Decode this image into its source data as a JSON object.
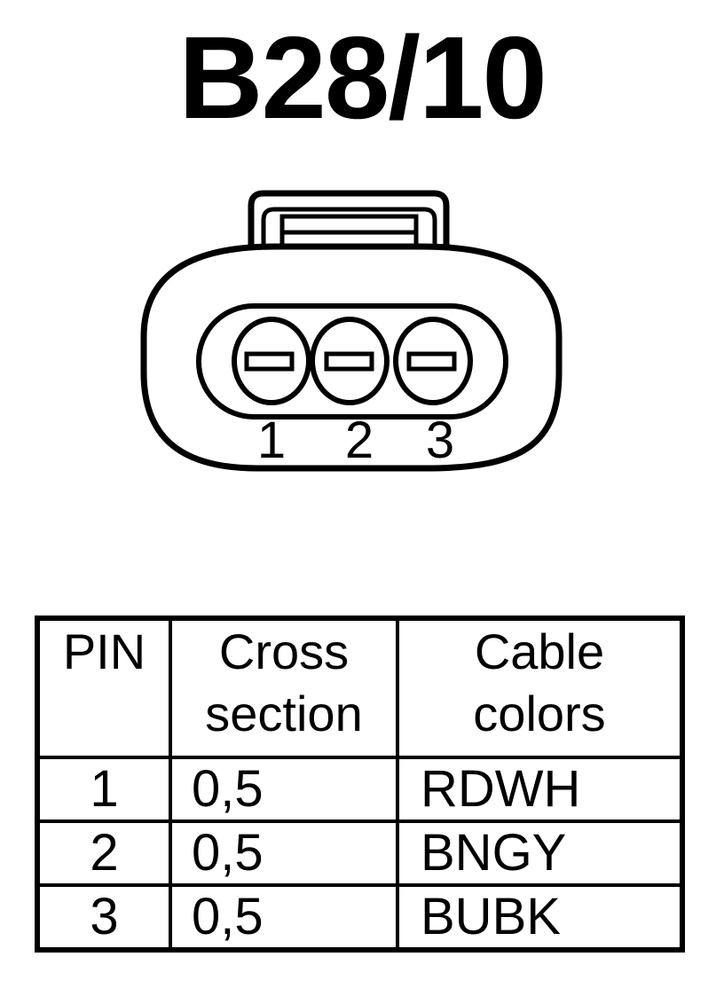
{
  "title": "B28/10",
  "connector": {
    "pin_numbers": [
      "1",
      "2",
      "3"
    ]
  },
  "table": {
    "headers": {
      "pin": [
        "PIN"
      ],
      "cross_section": [
        "Cross",
        "section"
      ],
      "cable_colors": [
        "Cable",
        "colors"
      ]
    },
    "rows": [
      {
        "pin": "1",
        "cross_section": "0,5",
        "cable_color": "RDWH"
      },
      {
        "pin": "2",
        "cross_section": "0,5",
        "cable_color": "BNGY"
      },
      {
        "pin": "3",
        "cross_section": "0,5",
        "cable_color": "BUBK"
      }
    ]
  }
}
